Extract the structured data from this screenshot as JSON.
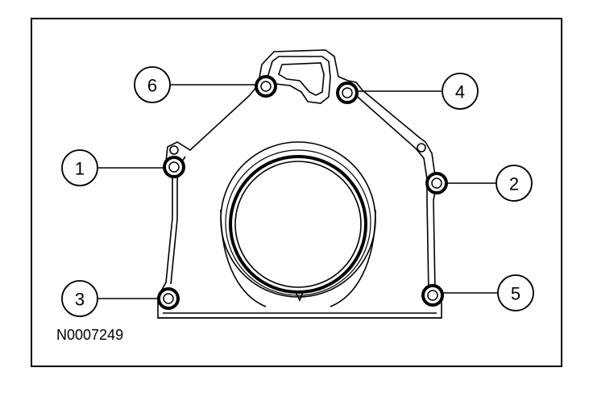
{
  "figure_id": "N0007249",
  "callouts": [
    {
      "label": "1"
    },
    {
      "label": "2"
    },
    {
      "label": "3"
    },
    {
      "label": "4"
    },
    {
      "label": "5"
    },
    {
      "label": "6"
    }
  ],
  "colors": {
    "line": "#000000",
    "background": "#ffffff"
  }
}
